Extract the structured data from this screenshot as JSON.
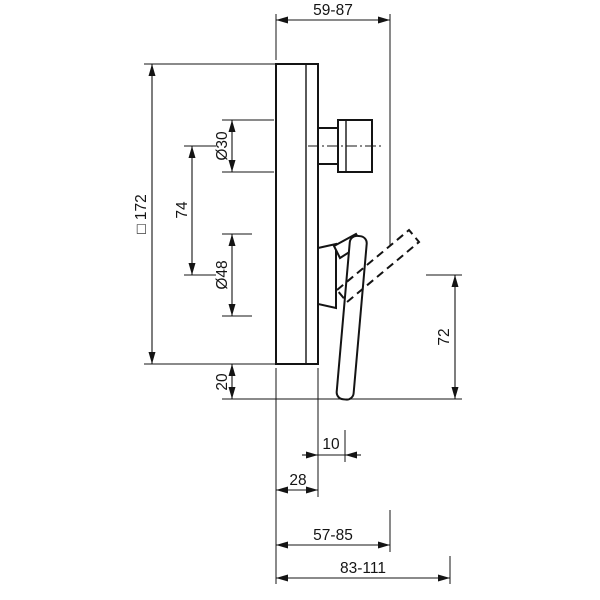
{
  "drawing": {
    "type": "technical-dimension-drawing",
    "subject": "concealed single-lever bath mixer, side view",
    "line_color": "#141414",
    "background": "#ffffff"
  },
  "dimensions": {
    "projection_top": "59-87",
    "plate": "□ 172",
    "knob_diameter": "Ø30",
    "knob_to_lever": "74",
    "lever_hub_diameter": "Ø48",
    "plate_bottom_to_lever": "20",
    "lever_length": "72",
    "lever_offset": "10",
    "plate_depth": "28",
    "projection_front": "57-85",
    "projection_total": "83-111"
  }
}
